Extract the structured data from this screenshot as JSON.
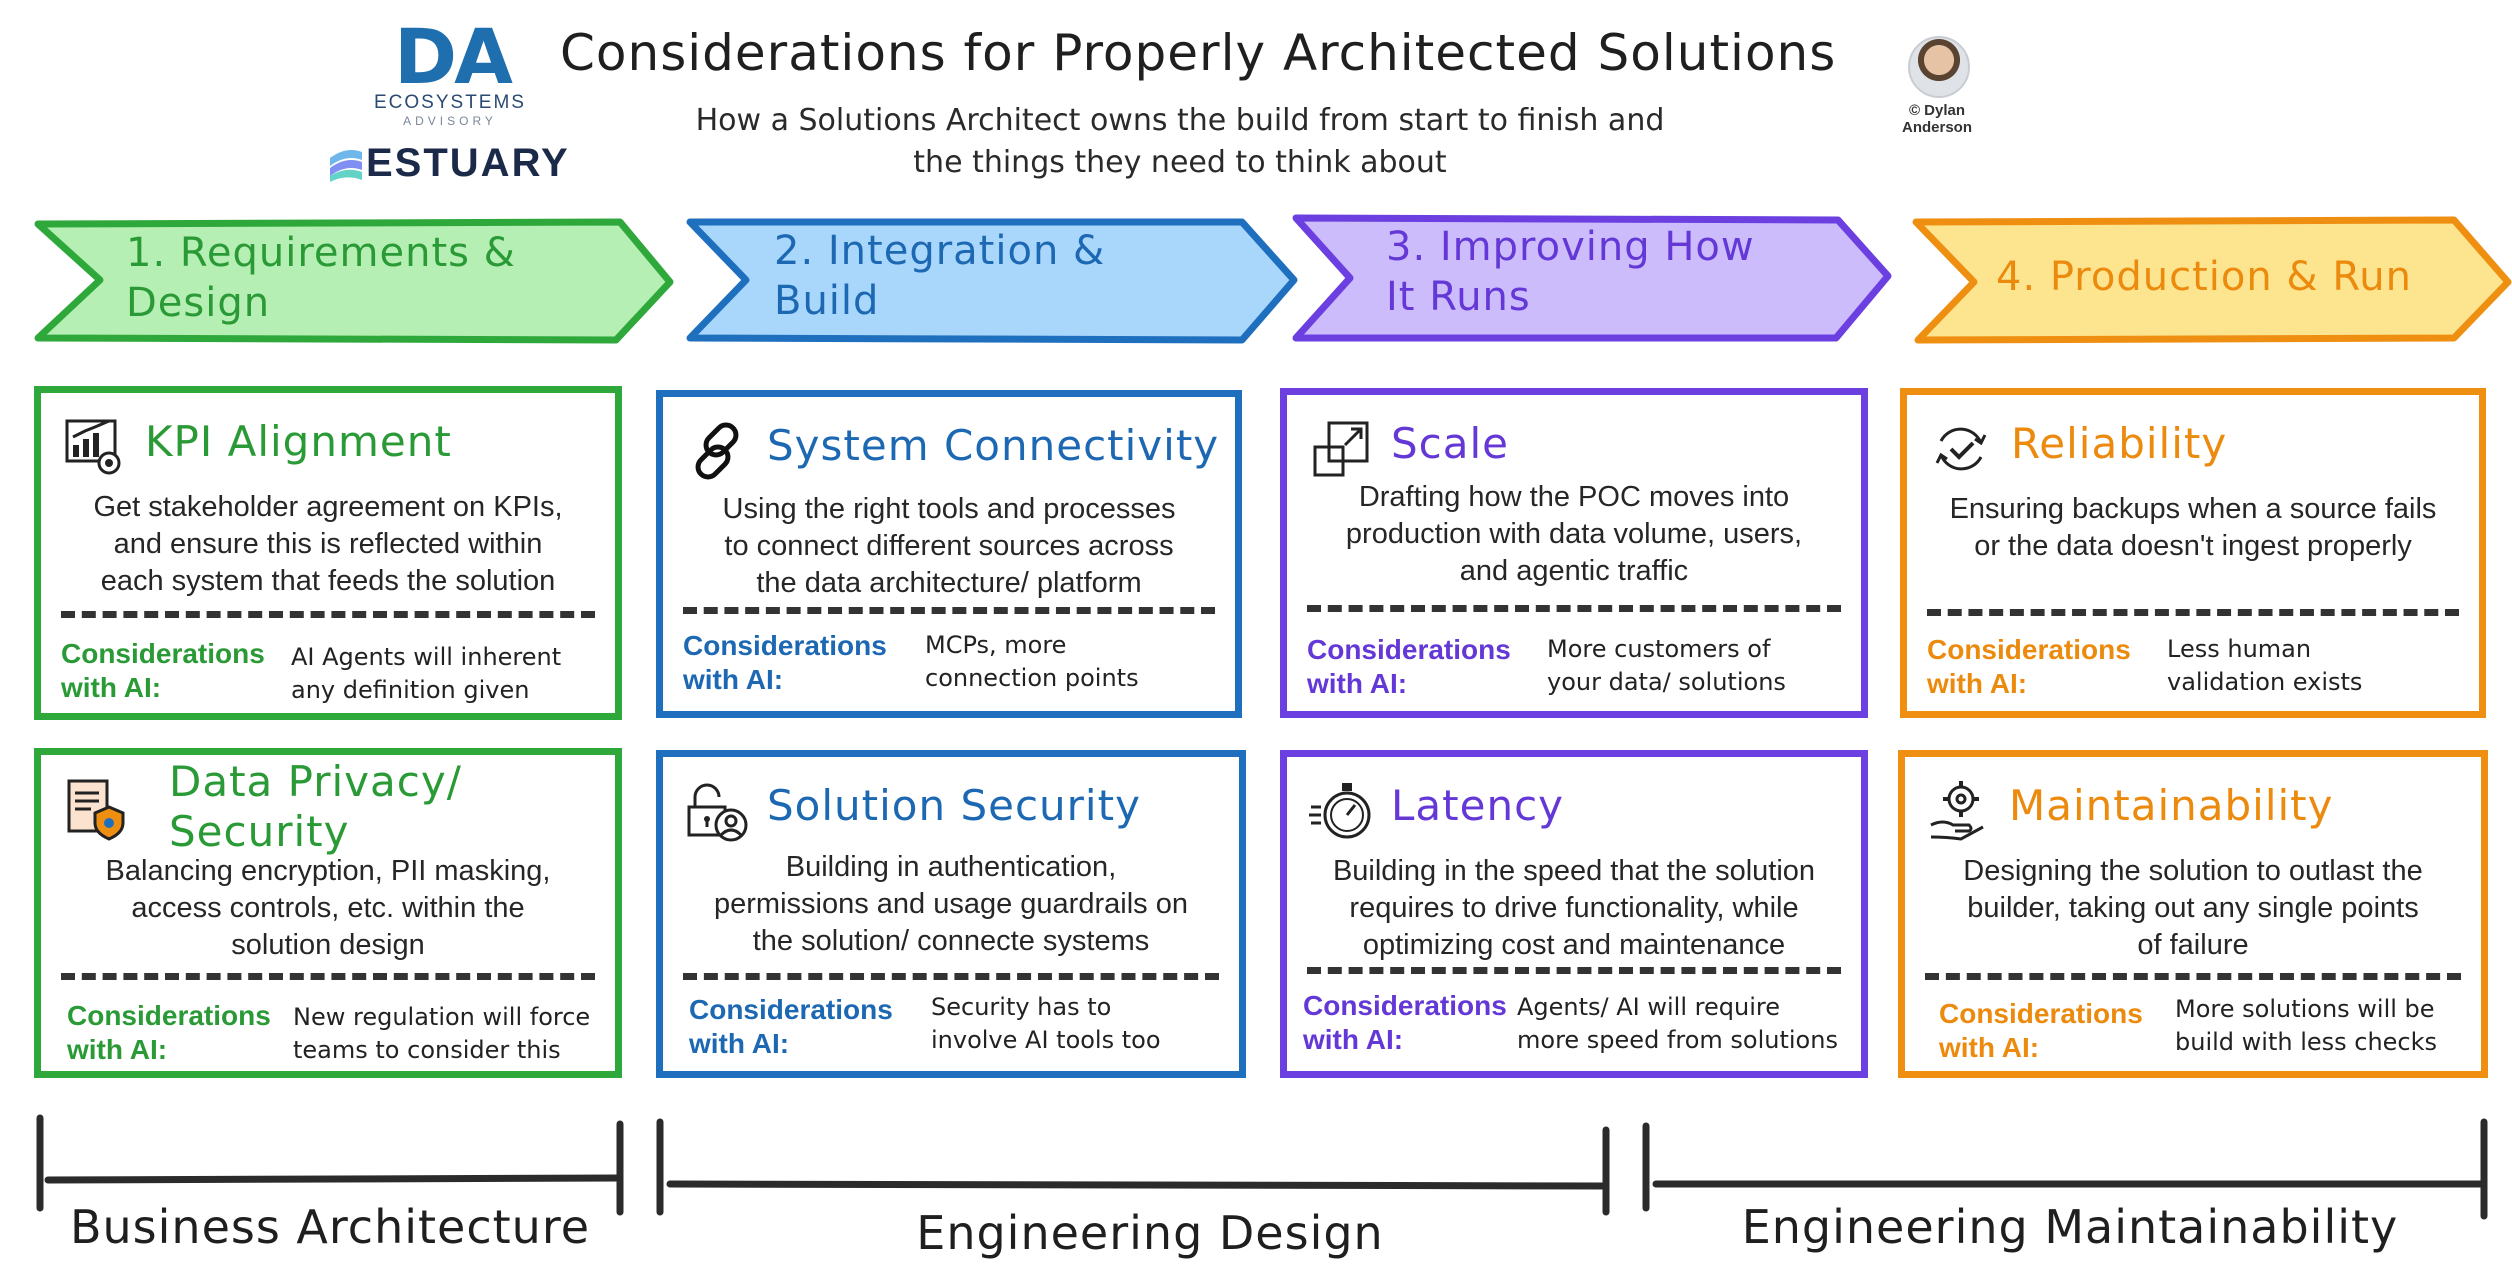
{
  "header": {
    "title": "Considerations for Properly Architected Solutions",
    "subtitle_line1": "How a Solutions Architect owns the build from start to finish and",
    "subtitle_line2": "the things they need to think about",
    "logo_da": {
      "letters": "DA",
      "line1": "ECOSYSTEMS",
      "line2": "ADVISORY"
    },
    "logo_estuary": "ESTUARY",
    "author_line1": "© Dylan",
    "author_line2": "Anderson"
  },
  "colors": {
    "green": "#2fa83b",
    "blue": "#1f6fbf",
    "purple": "#6b3fe0",
    "orange": "#ef8f12",
    "green_fill": "#b5efb3",
    "blue_fill": "#a9d6fb",
    "purple_fill": "#cdbcfb",
    "orange_fill": "#fde58f"
  },
  "phases": [
    {
      "line1": "1. Requirements &",
      "line2": "Design"
    },
    {
      "line1": "2. Integration &",
      "line2": "Build"
    },
    {
      "line1": "3. Improving How",
      "line2": "It Runs"
    },
    {
      "line1": "4. Production & Run",
      "line2": ""
    }
  ],
  "ai_label_line1": "Considerations",
  "ai_label_line2": "with AI:",
  "cards": {
    "kpi": {
      "icon": "kpi-chart-icon",
      "title": "KPI Alignment",
      "desc": [
        "Get stakeholder agreement on KPIs,",
        "and ensure this is reflected within",
        "each system that feeds the solution"
      ],
      "ai": [
        "AI Agents will inherent",
        "any definition given"
      ]
    },
    "privacy": {
      "icon": "document-shield-icon",
      "title_line1": "Data Privacy/",
      "title_line2": "Security",
      "desc": [
        "Balancing encryption, PII masking,",
        "access controls, etc. within the",
        "solution design"
      ],
      "ai": [
        "New regulation will force",
        "teams to consider this"
      ]
    },
    "connectivity": {
      "icon": "chain-link-icon",
      "title": "System Connectivity",
      "desc": [
        "Using the right tools and processes",
        "to connect different sources across",
        "the data architecture/ platform"
      ],
      "ai": [
        "MCPs, more",
        "connection points"
      ]
    },
    "security": {
      "icon": "lock-user-icon",
      "title": "Solution Security",
      "desc": [
        "Building in authentication,",
        "permissions and usage guardrails on",
        "the solution/ connecte systems"
      ],
      "ai": [
        "Security has to",
        "involve AI tools too"
      ]
    },
    "scale": {
      "icon": "expand-squares-icon",
      "title": "Scale",
      "desc": [
        "Drafting how the POC moves into",
        "production with data volume, users,",
        "and agentic traffic"
      ],
      "ai": [
        "More customers of",
        "your data/ solutions"
      ]
    },
    "latency": {
      "icon": "stopwatch-icon",
      "title": "Latency",
      "desc": [
        "Building in the speed that the solution",
        "requires to drive functionality, while",
        "optimizing cost and maintenance"
      ],
      "ai": [
        "Agents/ AI will require",
        "more speed from solutions"
      ]
    },
    "reliability": {
      "icon": "refresh-check-icon",
      "title": "Reliability",
      "desc": [
        "Ensuring backups when a source fails",
        "or the data doesn't ingest properly"
      ],
      "ai": [
        "Less human",
        "validation exists"
      ]
    },
    "maintainability": {
      "icon": "hand-gear-icon",
      "title": "Maintainability",
      "desc": [
        "Designing the solution to outlast the",
        "builder, taking out any single points",
        "of failure"
      ],
      "ai": [
        "More solutions will be",
        "build with less checks"
      ]
    }
  },
  "brackets": {
    "business": "Business Architecture",
    "engineering_design": "Engineering Design",
    "engineering_maintainability": "Engineering Maintainability"
  }
}
